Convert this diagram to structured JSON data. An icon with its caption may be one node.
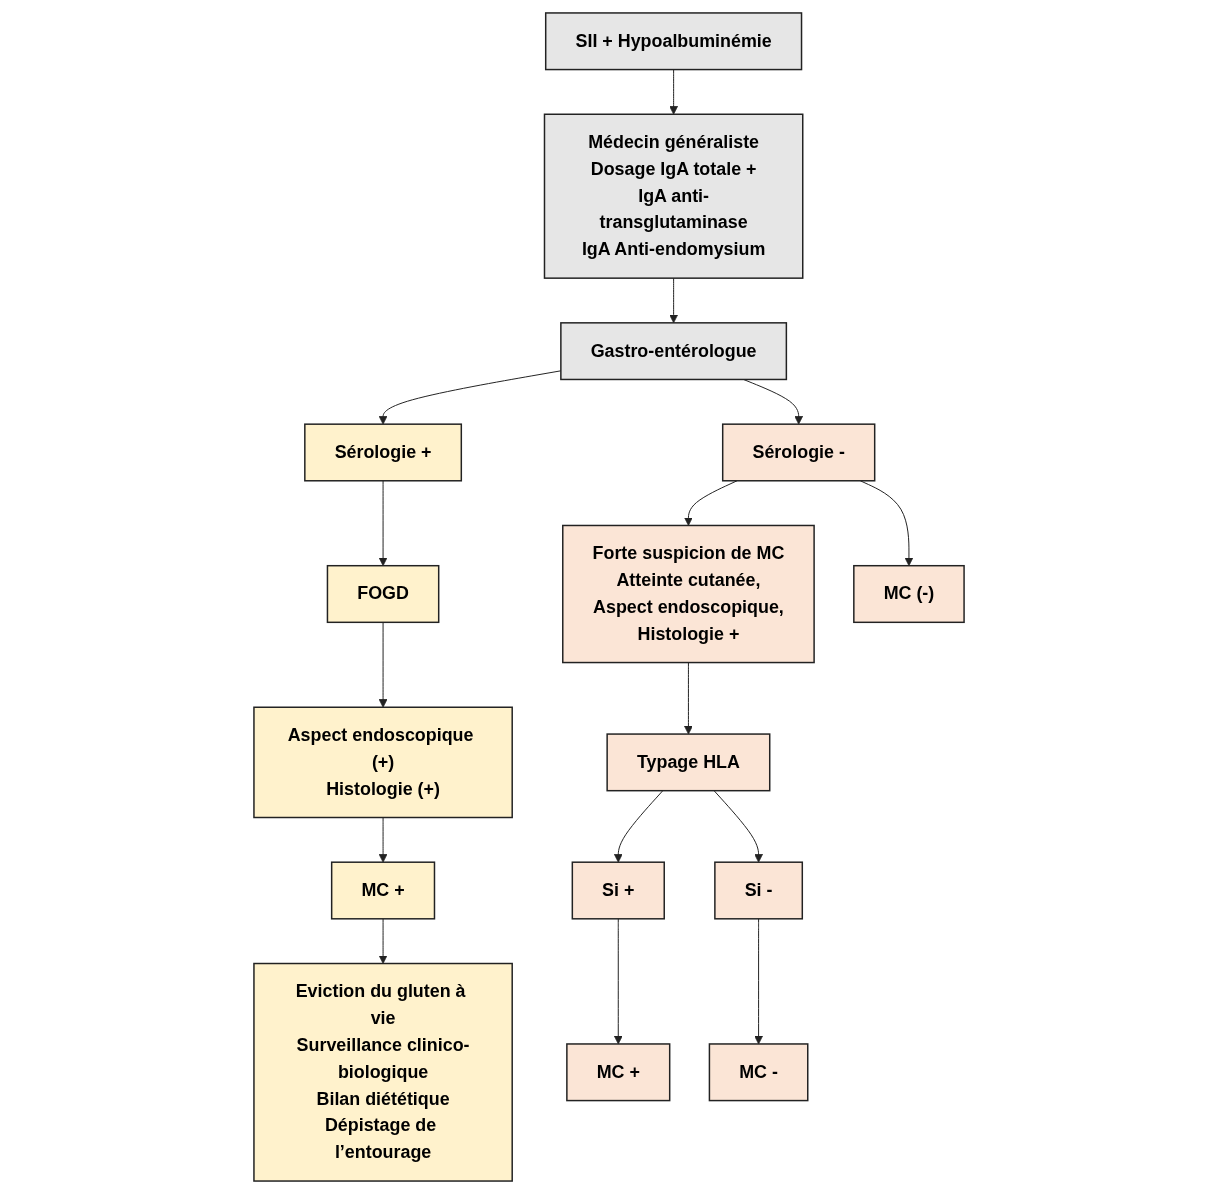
{
  "diagram": {
    "nodes": [
      {
        "text": [
          "SII + Hypoalbuminémie"
        ]
      },
      {
        "text": [
          "Médecin généraliste",
          "Dosage IgA totale +",
          "IgA anti-transglutaminase",
          "IgA Anti-endomysium"
        ]
      },
      {
        "text": [
          "Gastro-entérologue"
        ]
      },
      {
        "text": [
          "Sérologie +"
        ]
      },
      {
        "text": [
          "Sérologie -"
        ]
      },
      {
        "text": [
          "FOGD"
        ]
      },
      {
        "text": [
          "Aspect endoscopique (+)",
          "Histologie (+)"
        ]
      },
      {
        "text": [
          "MC +"
        ]
      },
      {
        "text": [
          "Eviction du gluten à vie",
          "Surveillance clinico-biologique",
          "Bilan diététique",
          "Dépistage de l’entourage"
        ]
      },
      {
        "text": [
          "Forte suspicion de MC",
          "Atteinte cutanée,",
          "Aspect endoscopique,",
          "Histologie +"
        ]
      },
      {
        "text": [
          "MC (-)"
        ]
      },
      {
        "text": [
          "Typage HLA"
        ]
      },
      {
        "text": [
          "Si +"
        ]
      },
      {
        "text": [
          "Si -"
        ]
      },
      {
        "text": [
          "MC +"
        ]
      },
      {
        "text": [
          "MC -"
        ]
      }
    ],
    "edges": [
      {
        "from": 0,
        "to": 1,
        "arrow": "to"
      },
      {
        "from": 1,
        "to": 2,
        "arrow": "to"
      },
      {
        "from": 2,
        "to": 3,
        "arrow": "to"
      },
      {
        "from": 2,
        "to": 4,
        "arrow": "to"
      },
      {
        "from": 3,
        "to": 5,
        "arrow": "to"
      },
      {
        "from": 5,
        "to": 6,
        "arrow": "to"
      },
      {
        "from": 6,
        "to": 7,
        "arrow": "to"
      },
      {
        "from": 7,
        "to": 8,
        "arrow": "to"
      },
      {
        "from": 4,
        "to": 9,
        "arrow": "to"
      },
      {
        "from": 4,
        "to": 10,
        "arrow": "to"
      },
      {
        "from": 9,
        "to": 11,
        "arrow": "to"
      },
      {
        "from": 11,
        "to": 12,
        "arrow": "to"
      },
      {
        "from": 11,
        "to": 13,
        "arrow": "to"
      },
      {
        "from": 12,
        "to": 14,
        "arrow": "to"
      },
      {
        "from": 13,
        "to": 15,
        "arrow": "to"
      }
    ]
  }
}
